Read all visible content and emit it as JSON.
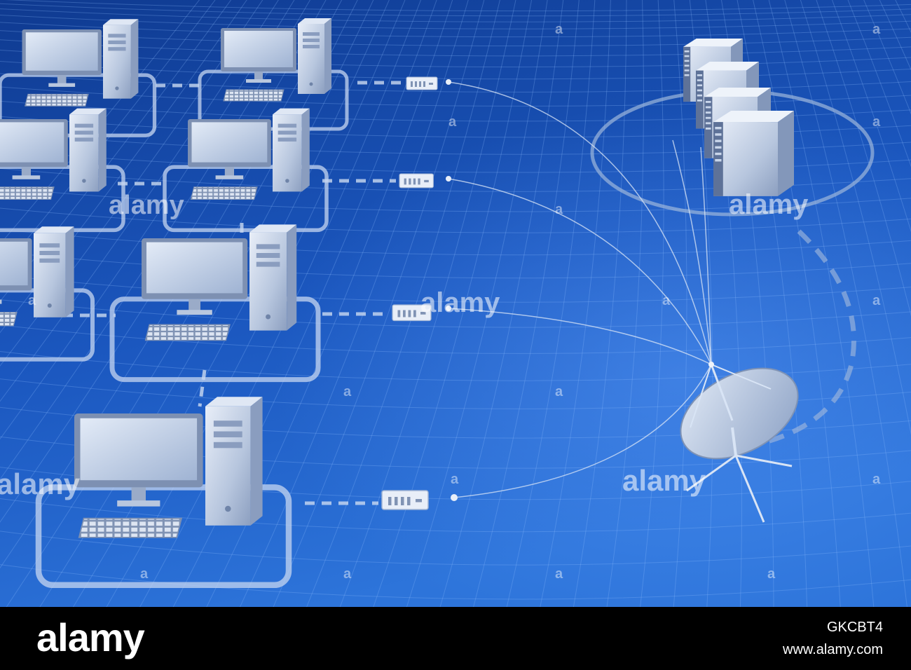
{
  "watermark": {
    "word": "alamy",
    "small_mark": "a"
  },
  "footer": {
    "logo": "alamy",
    "image_id": "GKCBT4",
    "url": "www.alamy.com"
  },
  "colors": {
    "background_top": "#0f3e96",
    "background_bottom": "#2a6fd6",
    "grid_line": "#8fc0ff",
    "device": "#c9d6ea",
    "device_shadow": "#7f93b5",
    "link_line": "#d8e4f5",
    "footer_bg": "#000000"
  },
  "diagram": {
    "workstations": [
      {
        "id": "workstation-1"
      },
      {
        "id": "workstation-2"
      },
      {
        "id": "workstation-3"
      },
      {
        "id": "workstation-4"
      },
      {
        "id": "workstation-5"
      },
      {
        "id": "workstation-6"
      },
      {
        "id": "workstation-7"
      },
      {
        "id": "workstation-8"
      }
    ],
    "switches": [
      {
        "id": "switch-1"
      },
      {
        "id": "switch-2"
      },
      {
        "id": "switch-3"
      },
      {
        "id": "switch-4"
      }
    ],
    "server_count": 4,
    "satellite_dish": "satellite-dish-icon"
  }
}
